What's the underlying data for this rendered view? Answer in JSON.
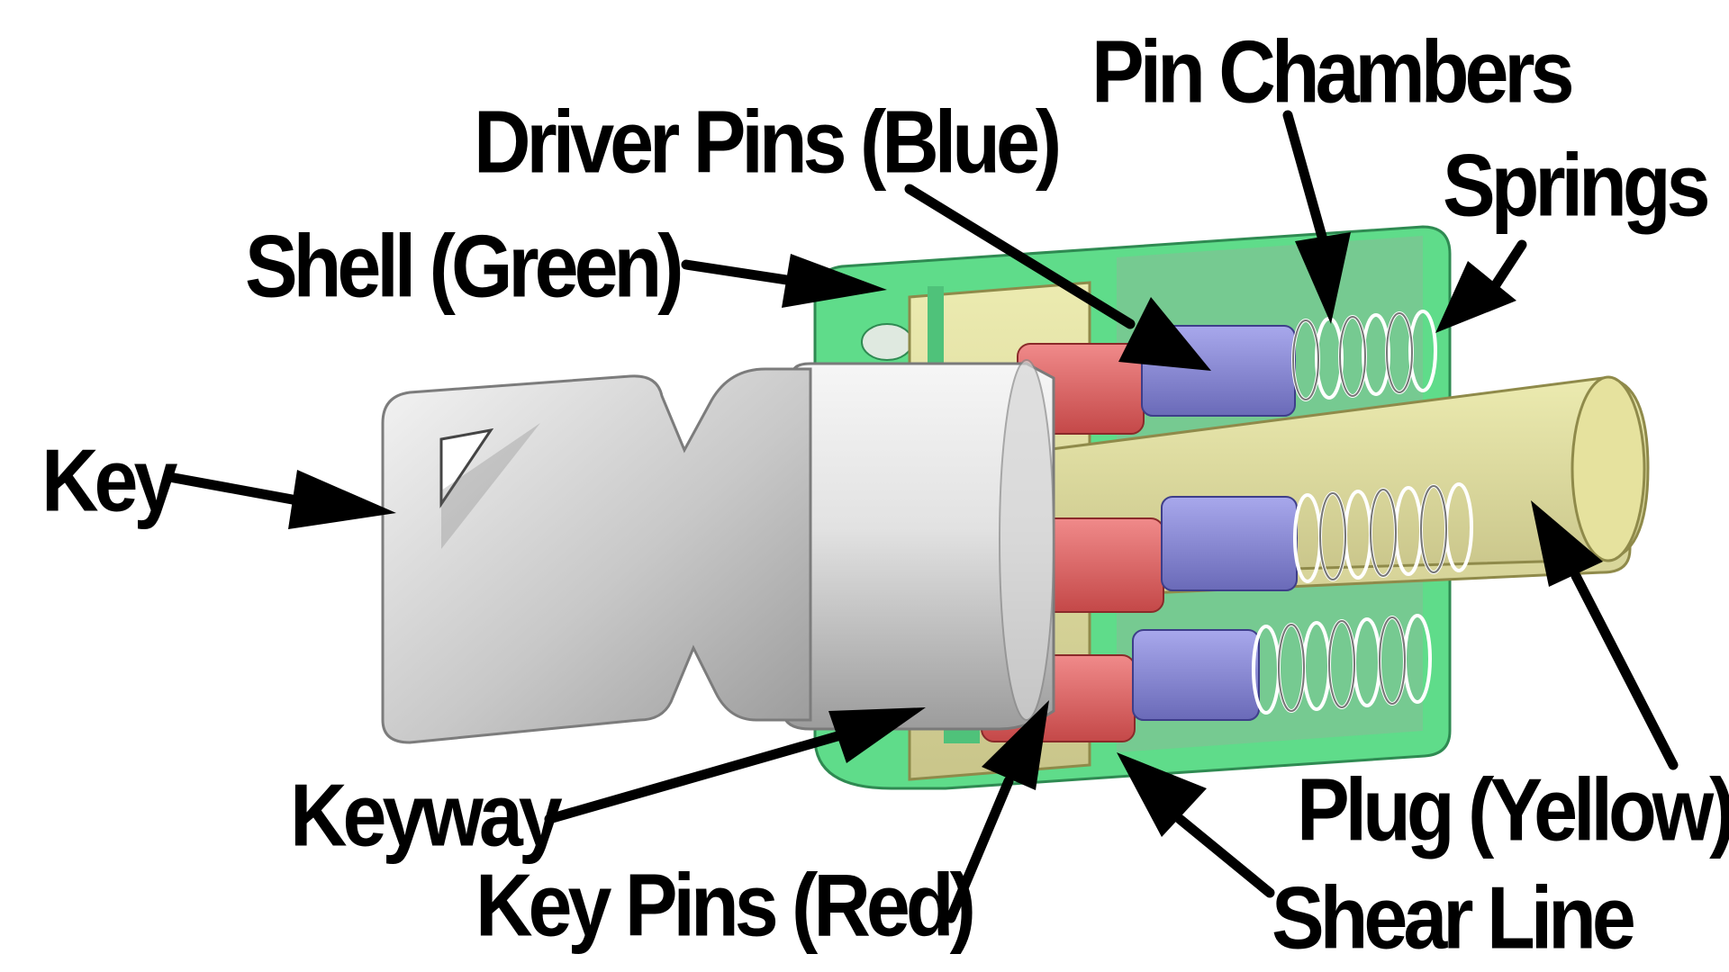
{
  "labels": {
    "pin_chambers": "Pin Chambers",
    "driver_pins": "Driver Pins (Blue)",
    "springs": "Springs",
    "shell": "Shell (Green)",
    "key": "Key",
    "keyway": "Keyway",
    "key_pins": "Key Pins (Red)",
    "shear_line": "Shear Line",
    "plug": "Plug (Yellow)"
  },
  "colors": {
    "shell": "#5fdc8a",
    "plug": "#e4e09a",
    "driver_pins": "#8a8ad8",
    "key_pins": "#e86a6a",
    "key": "#cfcfcf"
  }
}
